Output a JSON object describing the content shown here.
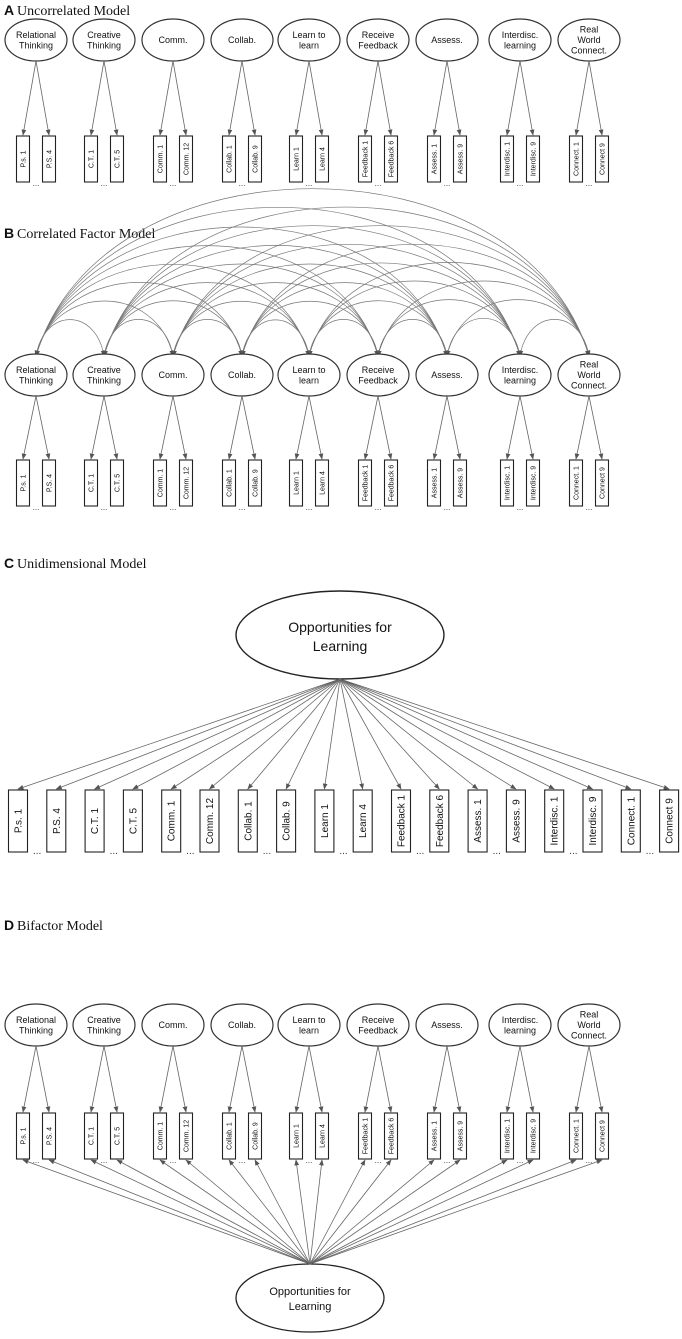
{
  "panels": [
    {
      "letter": "A",
      "title": "Uncorrelated Model"
    },
    {
      "letter": "B",
      "title": "Correlated Factor Model"
    },
    {
      "letter": "C",
      "title": "Unidimensional Model"
    },
    {
      "letter": "D",
      "title": "Bifactor Model"
    }
  ],
  "factors": [
    {
      "label": [
        "Relational",
        "Thinking"
      ],
      "items": [
        "P.s. 1",
        "P.S. 4"
      ]
    },
    {
      "label": [
        "Creative",
        "Thinking"
      ],
      "items": [
        "C.T. 1",
        "C.T. 5"
      ]
    },
    {
      "label": [
        "Comm."
      ],
      "items": [
        "Comm. 1",
        "Comm. 12"
      ]
    },
    {
      "label": [
        "Collab."
      ],
      "items": [
        "Collab. 1",
        "Collab. 9"
      ]
    },
    {
      "label": [
        "Learn to",
        "learn"
      ],
      "items": [
        "Learn 1",
        "Learn 4"
      ]
    },
    {
      "label": [
        "Receive",
        "Feedback"
      ],
      "items": [
        "Feedback 1",
        "Feedback 6"
      ]
    },
    {
      "label": [
        "Assess."
      ],
      "items": [
        "Assess. 1",
        "Assess. 9"
      ]
    },
    {
      "label": [
        "Interdisc.",
        "learning"
      ],
      "items": [
        "Interdisc. 1",
        "Interdisc. 9"
      ]
    },
    {
      "label": [
        "Real",
        "World",
        "Connect."
      ],
      "items": [
        "Connect. 1",
        "Connect 9"
      ]
    }
  ],
  "general_factor": {
    "label": [
      "Opportunities for",
      "Learning"
    ]
  },
  "ellipsis": "..."
}
